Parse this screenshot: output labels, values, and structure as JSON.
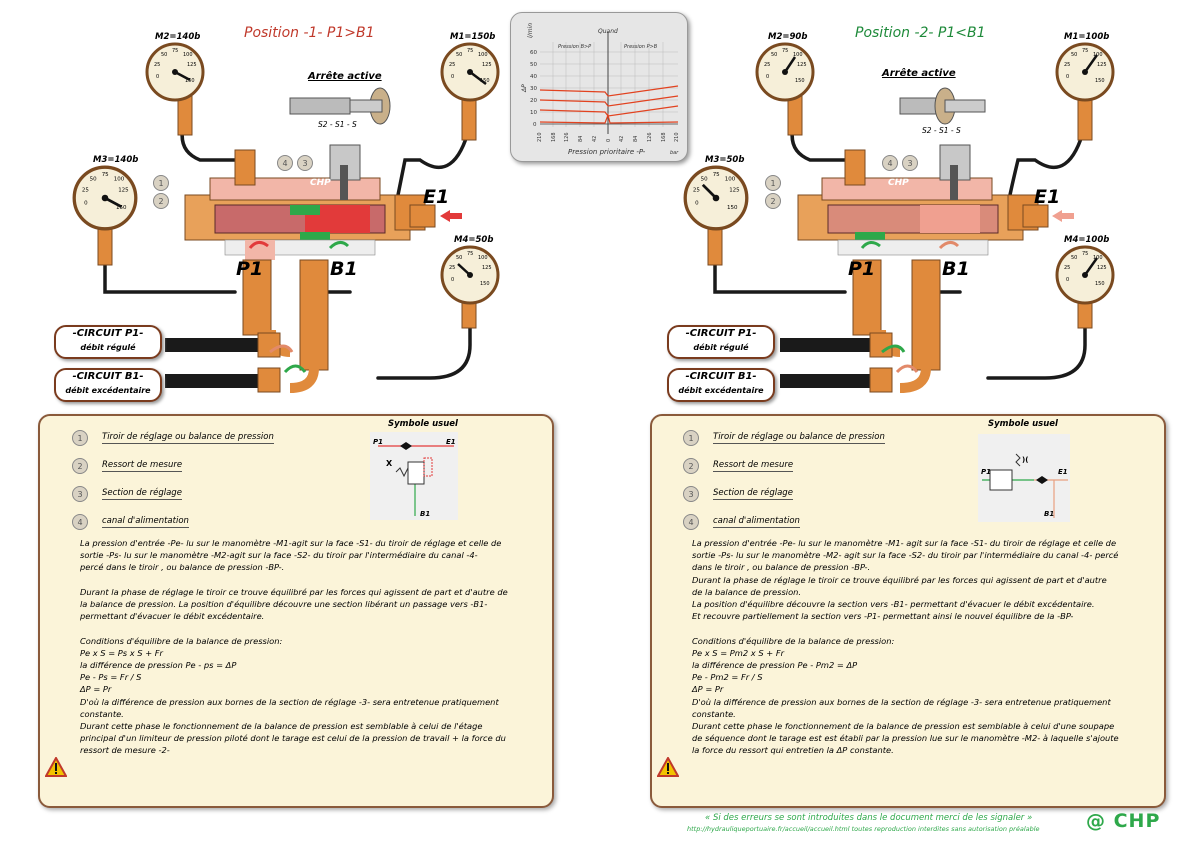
{
  "left": {
    "title": "Position -1- P1>B1",
    "title_color": "#c0392b",
    "gauges": {
      "m2": "M2=140b",
      "m1": "M1=150b",
      "m3": "M3=140b",
      "m4": "M4=50b"
    },
    "arrete": "Arrête active",
    "section_formula": "S2 - S1 - S",
    "ports": {
      "e1": "E1",
      "p1": "P1",
      "b1": "B1"
    },
    "circuits": [
      {
        "line1": "-CIRCUIT P1-",
        "line2": "débit régulé"
      },
      {
        "line1": "-CIRCUIT B1-",
        "line2": "débit excédentaire"
      }
    ],
    "legend": [
      {
        "num": "1",
        "text": "Tiroir de réglage ou balance de pression"
      },
      {
        "num": "2",
        "text": "Ressort de mesure"
      },
      {
        "num": "3",
        "text": "Section de réglage"
      },
      {
        "num": "4",
        "text": "canal d'alimentation"
      }
    ],
    "symbol_title": "Symbole usuel",
    "symbol_labels": {
      "p": "P1",
      "e": "E1",
      "b": "B1",
      "x": "X"
    },
    "paragraphs": [
      "La pression d'entrée -Pe- lu sur le manomètre -M1-agit sur la face -S1- du tiroir de réglage et celle de",
      "sortie -Ps- lu sur le manomètre -M2-agit sur la face -S2- du tiroir par l'intermédiaire du canal -4-",
      "percé dans le tiroir , ou balance de pression -BP-.",
      "",
      "Durant la phase de réglage le tiroir ce trouve équilibré par les forces qui agissent de part et d'autre de",
      "la balance de pression. La position d'équilibre découvre une section libérant un passage vers -B1-",
      "permettant d'évacuer le débit excédentaire.",
      "",
      "Conditions d'équilibre de la balance de pression:",
      "Pe x S = Ps x S + Fr",
      "la différence de pression Pe - ps = ΔP",
      "Pe - Ps = Fr / S",
      "ΔP = Pr",
      "D'où la différence de pression aux bornes de la section de réglage -3- sera entretenue pratiquement",
      "constante.",
      "Durant cette phase le fonctionnement de la balance de pression est semblable à celui de l'étage",
      "principal d'un limiteur de pression piloté dont le tarage est celui de la pression de travail + la force du",
      "ressort de mesure -2-"
    ]
  },
  "right": {
    "title": "Position -2- P1<B1",
    "title_color": "#1e8a3a",
    "gauges": {
      "m2": "M2=90b",
      "m1": "M1=100b",
      "m3": "M3=50b",
      "m4": "M4=100b"
    },
    "arrete": "Arrête active",
    "section_formula": "S2 - S1 - S",
    "ports": {
      "e1": "E1",
      "p1": "P1",
      "b1": "B1"
    },
    "circuits": [
      {
        "line1": "-CIRCUIT P1-",
        "line2": "débit régulé"
      },
      {
        "line1": "-CIRCUIT B1-",
        "line2": "débit excédentaire"
      }
    ],
    "legend": [
      {
        "num": "1",
        "text": "Tiroir de réglage ou balance de pression"
      },
      {
        "num": "2",
        "text": "Ressort de mesure"
      },
      {
        "num": "3",
        "text": "Section de réglage"
      },
      {
        "num": "4",
        "text": "canal d'alimentation"
      }
    ],
    "symbol_title": "Symbole usuel",
    "symbol_labels": {
      "p": "P1",
      "e": "E1",
      "b": "B1",
      "x": ")("
    },
    "paragraphs": [
      "La pression d'entrée -Pe- lu sur le manomètre -M1- agit sur la face -S1- du tiroir de réglage et celle de",
      "sortie -Ps- lu sur le manomètre -M2- agit sur la face -S2- du tiroir par l'intermédiaire du canal -4- percé",
      "dans le tiroir , ou balance de pression -BP-.",
      "Durant la phase de réglage le tiroir ce trouve équilibré par les forces qui agissent de part et d'autre",
      "de la balance de pression.",
      "La position d'équilibre découvre  la section vers -B1- permettant d'évacuer le débit excédentaire.",
      "Et recouvre partiellement la section vers -P1- permettant ainsi le nouvel équilibre de la -BP-",
      "",
      "Conditions d'équilibre de la balance de pression:",
      "Pe x S = Pm2 x S + Fr",
      "la différence de pression Pe - Pm2 = ΔP",
      "Pe - Pm2 = Fr / S",
      "ΔP = Pr",
      "D'où la différence de pression aux bornes de la section de réglage -3- sera entretenue pratiquement",
      "constante.",
      "Durant cette phase le fonctionnement  de la balance de pression est semblable à celui d'une soupape",
      "de séquence dont le tarage est est établi par la pression lue sur le manomètre -M2- à laquelle s'ajoute",
      "la force du ressort qui entretien la ΔP constante."
    ]
  },
  "gauge_scale": [
    "0",
    "25",
    "50",
    "75",
    "100",
    "125",
    "150"
  ],
  "brand_label": "CHP",
  "chart": {
    "ylabel": "l/min",
    "top_label": "Quand",
    "left_region": "Pression B>P",
    "right_region": "Pression P>B",
    "xlabel": "Pression prioritaire -P-",
    "x_unit": "bar",
    "side_label": "ΔP",
    "y_ticks": [
      "60",
      "50",
      "40",
      "30",
      "20",
      "10",
      "0"
    ],
    "x_ticks": [
      "210",
      "168",
      "126",
      "84",
      "42",
      "0",
      "42",
      "84",
      "126",
      "168",
      "210"
    ]
  },
  "footer": {
    "note": "« Si des erreurs se sont introduites dans le document merci de les signaler »",
    "url": "http://hydrauliqueportuaire.fr/accueil/accueil.html toutes reproduction interdites sans autorisation préalable",
    "copyright": "@ CHP"
  },
  "colors": {
    "pipe": "#1a1a1a",
    "fitting": "#e08a3c",
    "red_flow": "#e23a3a",
    "green_flow": "#2ea84a",
    "panel_bg": "#fbf4d9",
    "panel_border": "#8a5a3b"
  }
}
